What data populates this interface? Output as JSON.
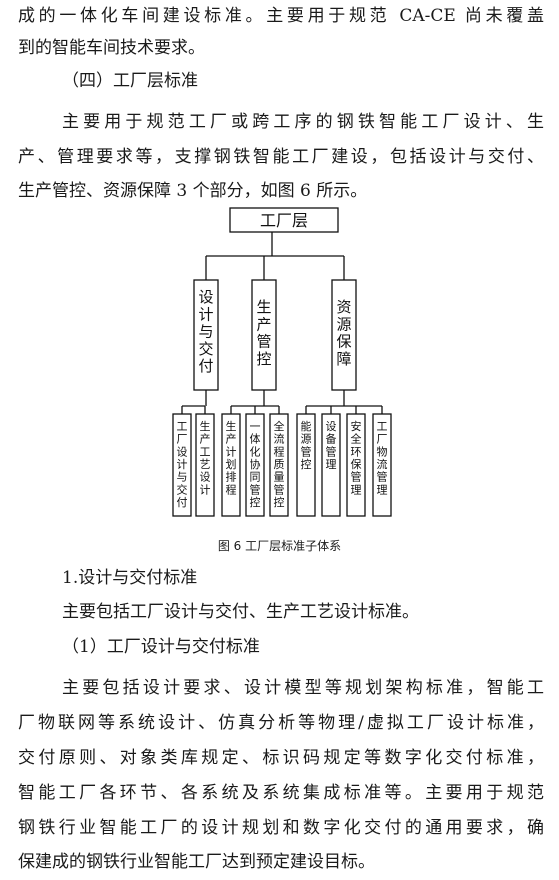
{
  "para1": {
    "line1": "成的一体化车间建设标准。主要用于规范 CA-CE 尚未覆盖",
    "line2": "到的智能车间技术要求。"
  },
  "heading4": "（四）工厂层标准",
  "para2": {
    "line1": "主要用于规范工厂或跨工序的钢铁智能工厂设计、生",
    "line2": "产、管理要求等，支撑钢铁智能工厂建设，包括设计与交付、",
    "line3": "生产管控、资源保障 3 个部分，如图 6 所示。"
  },
  "diagram": {
    "root": "工厂层",
    "level2": [
      {
        "label": "设计与交付",
        "children": [
          "工厂设计与交付",
          "生产工艺设计"
        ]
      },
      {
        "label": "生产管控",
        "children": [
          "生产计划排程",
          "一体化协同管控",
          "全流程质量管控"
        ]
      },
      {
        "label": "资源保障",
        "children": [
          "能源管控",
          "设备管理",
          "安全环保管理",
          "工厂物流管理"
        ]
      }
    ],
    "caption": "图 6  工厂层标准子体系"
  },
  "section1": {
    "title": "1.设计与交付标准",
    "intro": "主要包括工厂设计与交付、生产工艺设计标准。",
    "sub1_title": "（1）工厂设计与交付标准",
    "lines": [
      "主要包括设计要求、设计模型等规划架构标准，智能工",
      "厂物联网等系统设计、仿真分析等物理/虚拟工厂设计标准，",
      "交付原则、对象类库规定、标识码规定等数字化交付标准，",
      "智能工厂各环节、各系统及系统集成标准等。主要用于规范",
      "钢铁行业智能工厂的设计规划和数字化交付的通用要求，确",
      "保建成的钢铁行业智能工厂达到预定建设目标。"
    ]
  }
}
